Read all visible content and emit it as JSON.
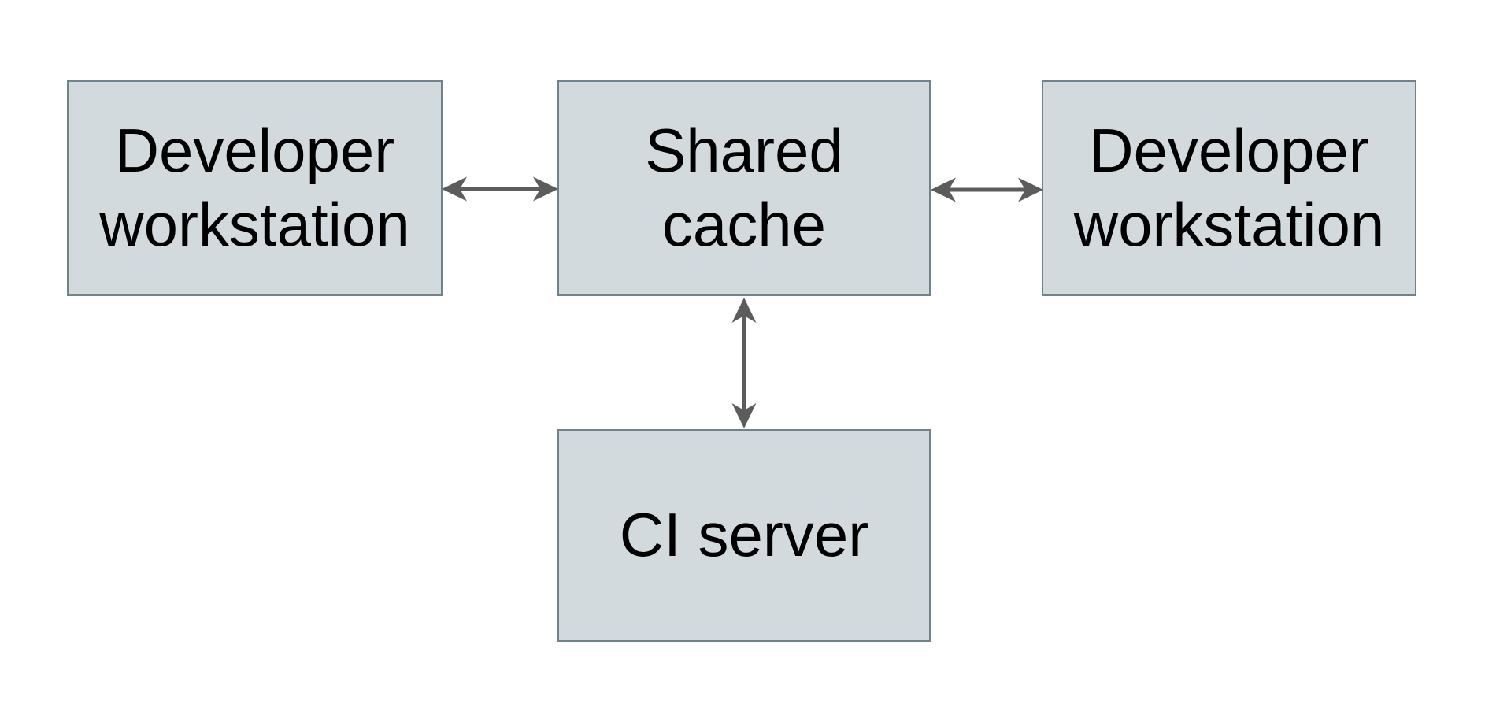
{
  "diagram": {
    "type": "architecture-diagram",
    "nodes": [
      {
        "id": "developer-workstation-left",
        "label": "Developer workstation"
      },
      {
        "id": "shared-cache",
        "label": "Shared cache"
      },
      {
        "id": "developer-workstation-right",
        "label": "Developer workstation"
      },
      {
        "id": "ci-server",
        "label": "CI server"
      }
    ],
    "edges": [
      {
        "from": "developer-workstation-left",
        "to": "shared-cache",
        "style": "double-headed-arrow",
        "orientation": "horizontal"
      },
      {
        "from": "shared-cache",
        "to": "developer-workstation-right",
        "style": "double-headed-arrow",
        "orientation": "horizontal"
      },
      {
        "from": "shared-cache",
        "to": "ci-server",
        "style": "double-headed-arrow",
        "orientation": "vertical"
      }
    ],
    "colors": {
      "node_fill": "#d3dadd",
      "node_border": "#6e838e",
      "arrow": "#5c5c5c",
      "text": "#000000",
      "background": "#ffffff"
    }
  }
}
